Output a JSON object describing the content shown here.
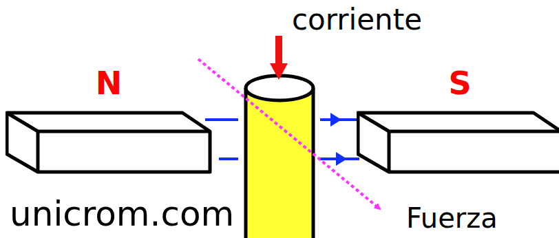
{
  "diagram": {
    "nodes": [
      {
        "text": [
          "N"
        ]
      },
      {
        "text": [
          "S"
        ]
      }
    ],
    "labels": [
      "corriente",
      "unicrom.com",
      "Fuerza"
    ]
  }
}
